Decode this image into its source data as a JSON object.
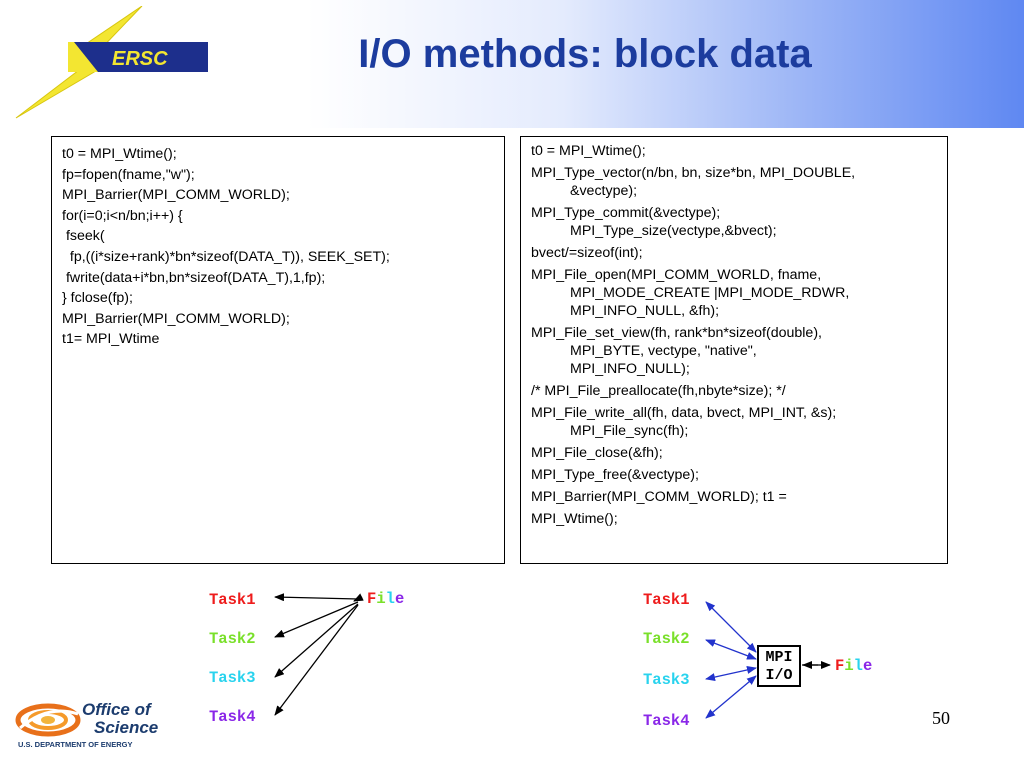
{
  "slide": {
    "title": "I/O methods: block data",
    "page_number": "50"
  },
  "logos": {
    "nersc": "ERSC",
    "office_line1": "Office of",
    "office_line2": "Science",
    "office_line3": "U.S. DEPARTMENT OF ENERGY"
  },
  "left_code": [
    "t0 = MPI_Wtime();",
    "fp=fopen(fname,\"w\");",
    "MPI_Barrier(MPI_COMM_WORLD);",
    "for(i=0;i<n/bn;i++) {",
    " fseek(",
    "  fp,((i*size+rank)*bn*sizeof(DATA_T)), SEEK_SET);",
    " fwrite(data+i*bn,bn*sizeof(DATA_T),1,fp);",
    "} fclose(fp);",
    "MPI_Barrier(MPI_COMM_WORLD);",
    "t1= MPI_Wtime"
  ],
  "right_code": [
    {
      "first": "t0 = MPI_Wtime();",
      "cont": []
    },
    {
      "first": "MPI_Type_vector(n/bn, bn, size*bn, MPI_DOUBLE,",
      "cont": [
        "&vectype);"
      ]
    },
    {
      "first": "MPI_Type_commit(&vectype);",
      "cont": [
        "MPI_Type_size(vectype,&bvect);"
      ]
    },
    {
      "first": "bvect/=sizeof(int);",
      "cont": []
    },
    {
      "first": "MPI_File_open(MPI_COMM_WORLD, fname,",
      "cont": [
        "MPI_MODE_CREATE |MPI_MODE_RDWR,",
        "MPI_INFO_NULL, &fh);"
      ]
    },
    {
      "first": "MPI_File_set_view(fh, rank*bn*sizeof(double),",
      "cont": [
        "MPI_BYTE, vectype, \"native\",",
        "MPI_INFO_NULL);"
      ]
    },
    {
      "first": "/* MPI_File_preallocate(fh,nbyte*size); */",
      "cont": []
    },
    {
      "first": "MPI_File_write_all(fh, data, bvect, MPI_INT, &s);",
      "cont": [
        "MPI_File_sync(fh);"
      ]
    },
    {
      "first": "MPI_File_close(&fh);",
      "cont": []
    },
    {
      "first": "MPI_Type_free(&vectype);",
      "cont": []
    },
    {
      "first": "MPI_Barrier(MPI_COMM_WORLD); t1 =",
      "cont": []
    },
    {
      "first": "MPI_Wtime();",
      "cont": []
    }
  ],
  "diagram_left": {
    "tasks": [
      "Task1",
      "Task2",
      "Task3",
      "Task4"
    ],
    "file_letters": [
      "F",
      "i",
      "l",
      "e"
    ]
  },
  "diagram_right": {
    "tasks": [
      "Task1",
      "Task2",
      "Task3",
      "Task4"
    ],
    "mpi_line1": "MPI",
    "mpi_line2": "I/O",
    "file_letters": [
      "F",
      "i",
      "l",
      "e"
    ]
  },
  "colors": {
    "title": "#1c3c9e",
    "task1": "#ee1c1c",
    "task2": "#7ae02a",
    "task3": "#29d3ee",
    "task4": "#8a27e8",
    "arrow_blue": "#2233cc"
  }
}
